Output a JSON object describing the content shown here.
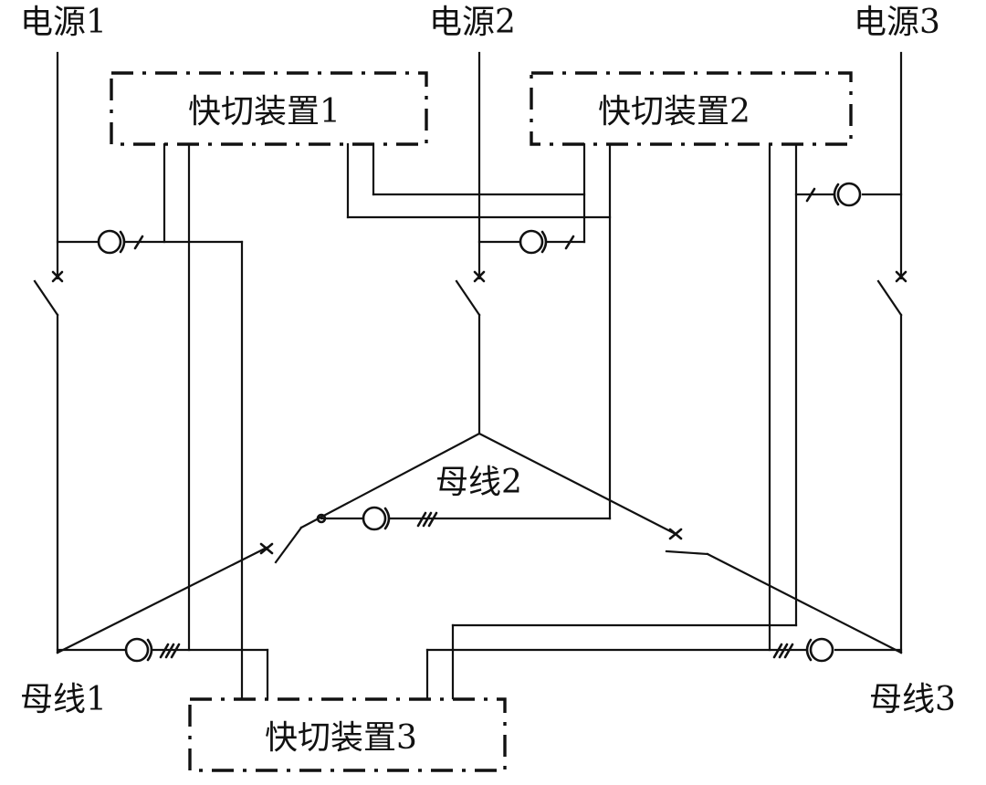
{
  "labels": {
    "power_source_1": "电源1",
    "power_source_2": "电源2",
    "power_source_3": "电源3",
    "busbar_1": "母线1",
    "busbar_2": "母线2",
    "busbar_3": "母线3"
  },
  "devices": {
    "fast_transfer_1": "快切装置1",
    "fast_transfer_2": "快切装置2",
    "fast_transfer_3": "快切装置3"
  },
  "colors": {
    "line": "#111111",
    "background": "#ffffff"
  }
}
